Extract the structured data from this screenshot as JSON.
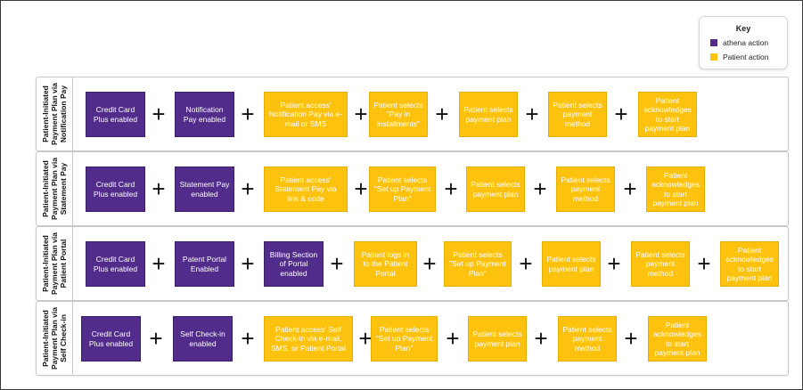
{
  "key": {
    "title": "Key",
    "items": [
      {
        "label": "athena action",
        "color": "#512c8a"
      },
      {
        "label": "Patient action",
        "color": "#fcc20e"
      }
    ]
  },
  "plus_symbol": "+",
  "lanes": [
    {
      "label": "Patient-Initiated\nPayment Plan via\nNotification Pay",
      "steps": [
        {
          "text": "Credit Card Plus enabled",
          "kind": "athena"
        },
        {
          "text": "Notification Pay enabled",
          "kind": "athena"
        },
        {
          "text": "Patient access' Notification Pay via e-mail or SMS",
          "kind": "patient"
        },
        {
          "text": "Patient selects \"Pay in installments\"",
          "kind": "patient"
        },
        {
          "text": "Patient selects payment plan",
          "kind": "patient"
        },
        {
          "text": "Patient selects payment method",
          "kind": "patient"
        },
        {
          "text": "Patient acknowledges to start payment plan",
          "kind": "patient"
        }
      ]
    },
    {
      "label": "Patient-Initiated\nPayment Plan via\nStatement Pay",
      "steps": [
        {
          "text": "Credit Card Plus enabled",
          "kind": "athena"
        },
        {
          "text": "Statement Pay enabled",
          "kind": "athena"
        },
        {
          "text": "Patient access' Statement Pay via link & code",
          "kind": "patient"
        },
        {
          "text": "Patient selects \"Set up Payment Plan\"",
          "kind": "patient"
        },
        {
          "text": "Patient selects payment plan",
          "kind": "patient"
        },
        {
          "text": "Patient selects payment method",
          "kind": "patient"
        },
        {
          "text": "Patient acknowledges to start payment plan",
          "kind": "patient"
        }
      ]
    },
    {
      "label": "Patient-Initiated\nPayment Plan via\nPatient Portal",
      "steps": [
        {
          "text": "Credit Card Plus enabled",
          "kind": "athena"
        },
        {
          "text": "Patent Portal Enabled",
          "kind": "athena"
        },
        {
          "text": "Billing Section of Portal enabled",
          "kind": "athena"
        },
        {
          "text": "Patient logs in to the Patient Portal",
          "kind": "patient"
        },
        {
          "text": "Patient selects \"Set up Payment Plan\"",
          "kind": "patient"
        },
        {
          "text": "Patient selects payment plan",
          "kind": "patient"
        },
        {
          "text": "Patient selects payment method",
          "kind": "patient"
        },
        {
          "text": "Patient acknowledges to start payment plan",
          "kind": "patient"
        }
      ]
    },
    {
      "label": "Patient-Initiated\nPayment Plan via\nSelf Check-in",
      "steps": [
        {
          "text": "Credit Card Plus enabled",
          "kind": "athena"
        },
        {
          "text": "Self Check-in enabled",
          "kind": "athena"
        },
        {
          "text": "Patient access' Self Check-in via e-mail, SMS, or Patient Portal",
          "kind": "patient"
        },
        {
          "text": "Patient selects \"Set up Payment Plan\"",
          "kind": "patient"
        },
        {
          "text": "Patient selects payment plan",
          "kind": "patient"
        },
        {
          "text": "Patient selects payment method",
          "kind": "patient"
        },
        {
          "text": "Patient acknowledges to start payment plan",
          "kind": "patient"
        }
      ]
    }
  ]
}
